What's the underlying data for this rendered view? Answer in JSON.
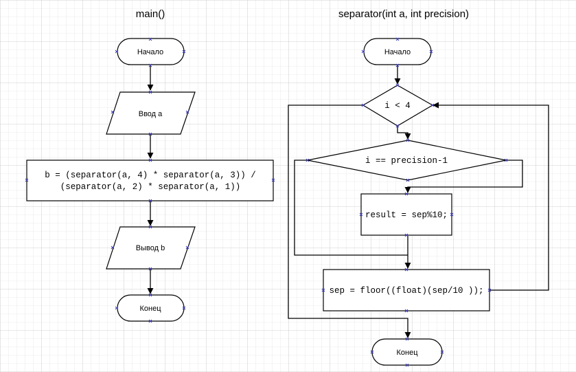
{
  "titles": {
    "main": "main()",
    "separator": "separator(int a, int precision)"
  },
  "main_flow": {
    "start": "Начало",
    "input": "Ввод a",
    "process_line1": "b = (separator(a, 4) * separator(a, 3)) /",
    "process_line2": "(separator(a, 2) * separator(a, 1))",
    "output": "Вывод b",
    "end": "Конец"
  },
  "separator_flow": {
    "start": "Начало",
    "loop_condition": "i < 4",
    "if_condition": "i == precision-1",
    "assign_result": "result = sep%10;",
    "assign_sep": "sep = floor((float)(sep/10 ));",
    "end": "Конец"
  },
  "colors": {
    "grid_minor": "#d9d9d9",
    "grid_major": "#c4c4c4",
    "connection_point": "#3b3bb8"
  }
}
